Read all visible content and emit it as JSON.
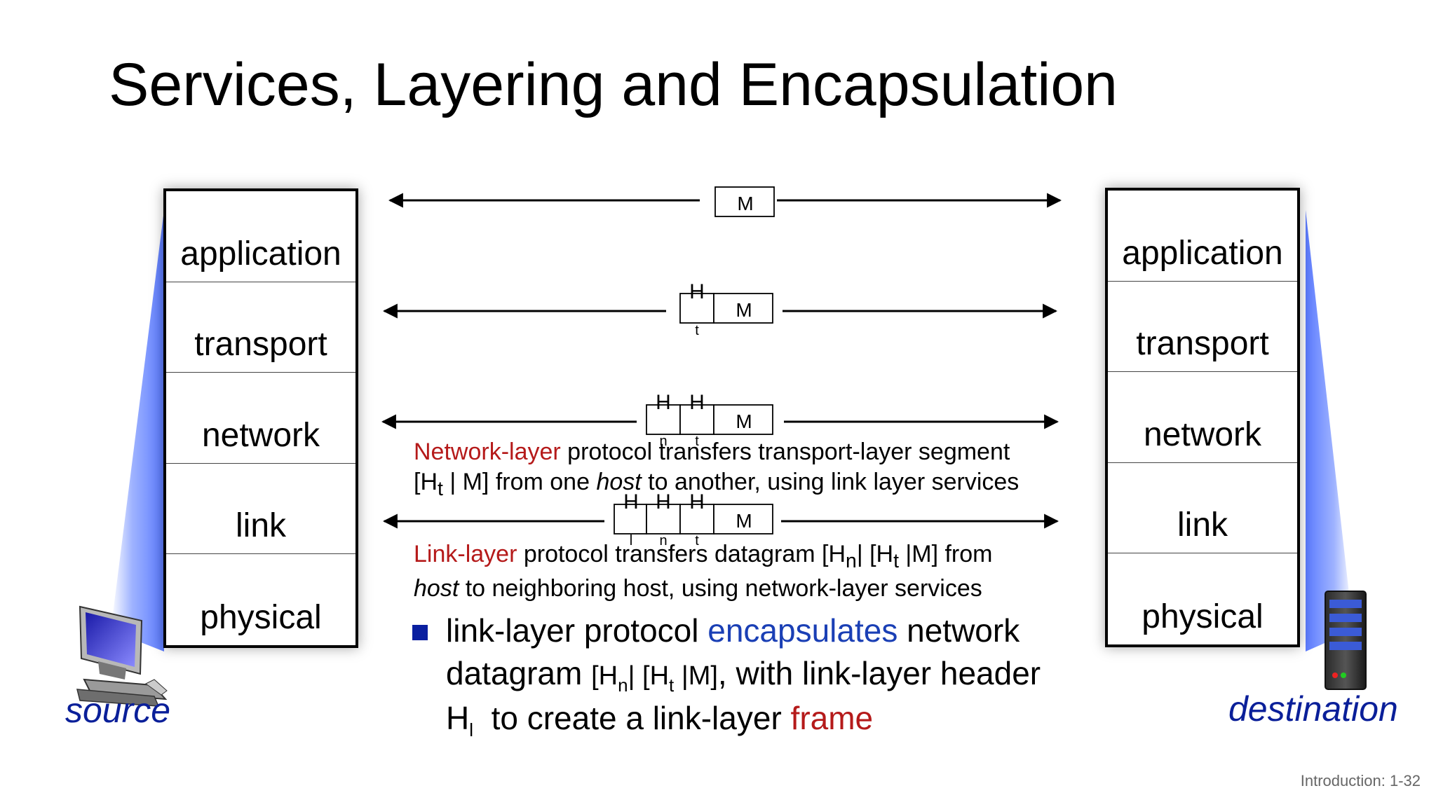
{
  "title": "Services, Layering and Encapsulation",
  "layers": [
    "application",
    "transport",
    "network",
    "link",
    "physical"
  ],
  "source_label": "source",
  "destination_label": "destination",
  "packets": {
    "message": "M",
    "header_letter": "H",
    "transport_sub": "t",
    "network_sub": "n",
    "link_sub": "l"
  },
  "network_caption": {
    "highlight": "Network-layer",
    "line1_rest": " protocol transfers transport-layer segment",
    "line2_a": "[H",
    "line2_sub": "t",
    "line2_b": " | M] from one ",
    "line2_host": "host",
    "line2_c": " to another, using link layer services"
  },
  "link_caption": {
    "highlight": "Link-layer",
    "line1_a": " protocol transfers datagram [H",
    "line1_sub_n": "n",
    "line1_b": "| [H",
    "line1_sub_t": "t",
    "line1_c": " |M] from",
    "line2_host": "host",
    "line2_rest": " to neighboring host, using network-layer services"
  },
  "bullet": {
    "l1_a": "link-layer protocol ",
    "l1_highlight": "encapsulates",
    "l1_b": " network",
    "l2_a": "datagram ",
    "l2_br1": "[H",
    "l2_sub_n": "n",
    "l2_br2": "| [H",
    "l2_sub_t": "t",
    "l2_br3": " |M]",
    "l2_b": ", with link-layer header",
    "l3_a": "H",
    "l3_sub": "l",
    "l3_b": "  to create a link-layer ",
    "l3_highlight": "frame"
  },
  "footer": "Introduction: 1-32",
  "colors": {
    "accent_red": "#b51a1a",
    "accent_blue": "#1a3fb5",
    "label_blue": "#0a1f99"
  }
}
